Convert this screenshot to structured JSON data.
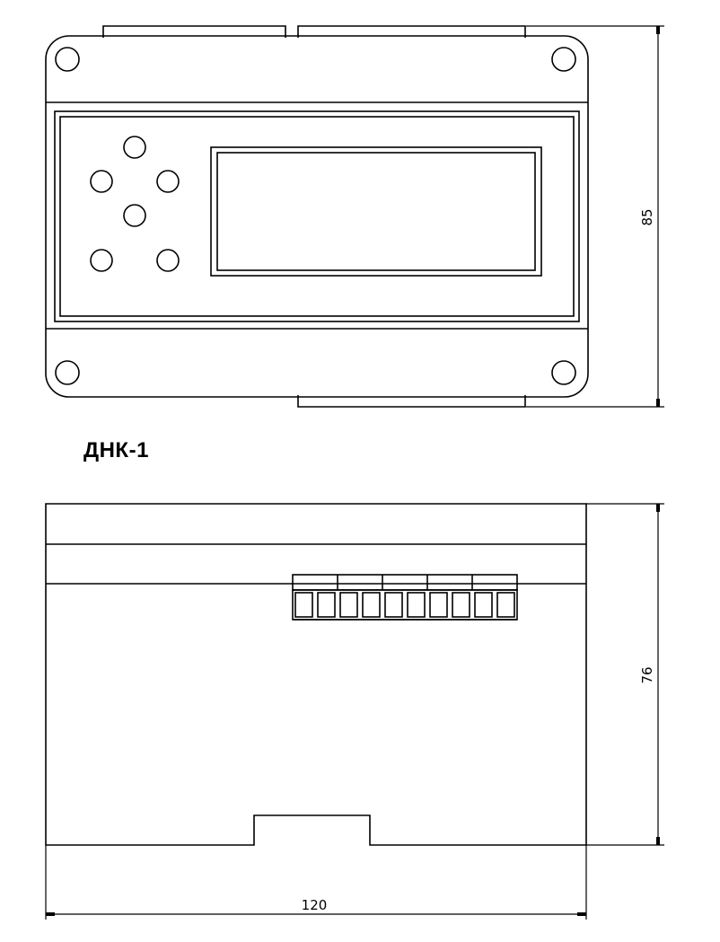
{
  "drawing": {
    "device_label": "ДНК-1",
    "dimensions": {
      "height_front": "85",
      "height_side": "76",
      "width": "120"
    },
    "front_view": {
      "keypad_buttons": 6,
      "corner_holes": 4,
      "display": "lcd-window"
    },
    "side_view": {
      "terminal_blocks": 5,
      "terminals_per_block": 2
    }
  }
}
